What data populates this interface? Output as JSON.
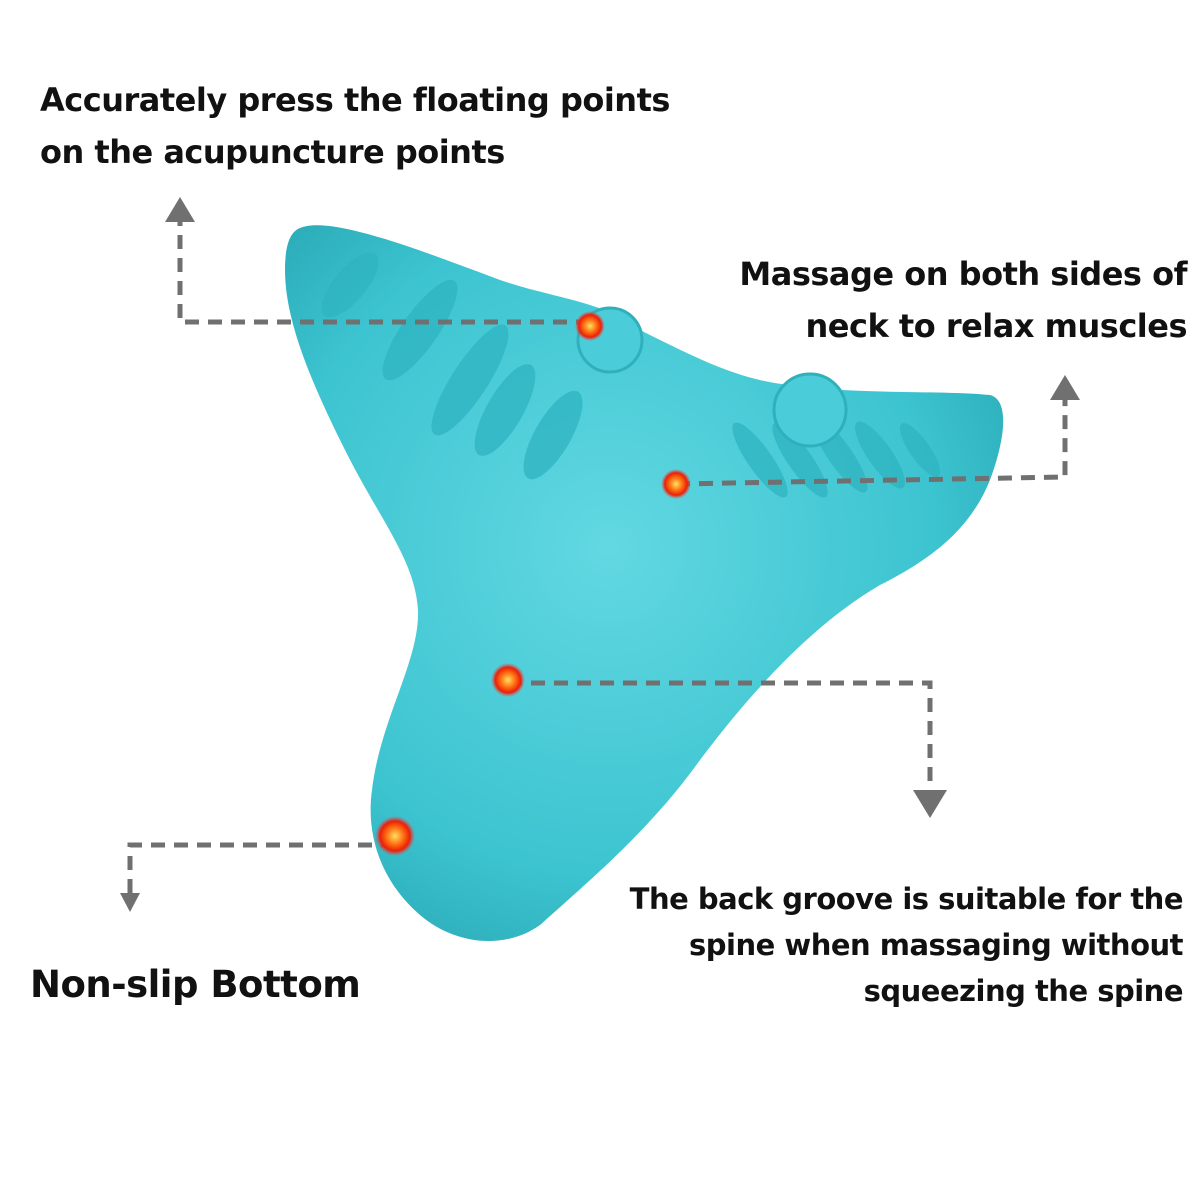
{
  "labels": {
    "floating_points": [
      "Accurately press the floating points",
      "on the acupuncture points"
    ],
    "both_sides": [
      "Massage on both sides of",
      "neck to relax muscles"
    ],
    "back_groove": [
      "The back groove is suitable for the",
      "spine when massaging without",
      "squeezing the spine"
    ],
    "non_slip": "Non-slip Bottom"
  },
  "colors": {
    "product": "#3cc4d0",
    "marker": "#ff5a10",
    "leader": "#707070"
  }
}
